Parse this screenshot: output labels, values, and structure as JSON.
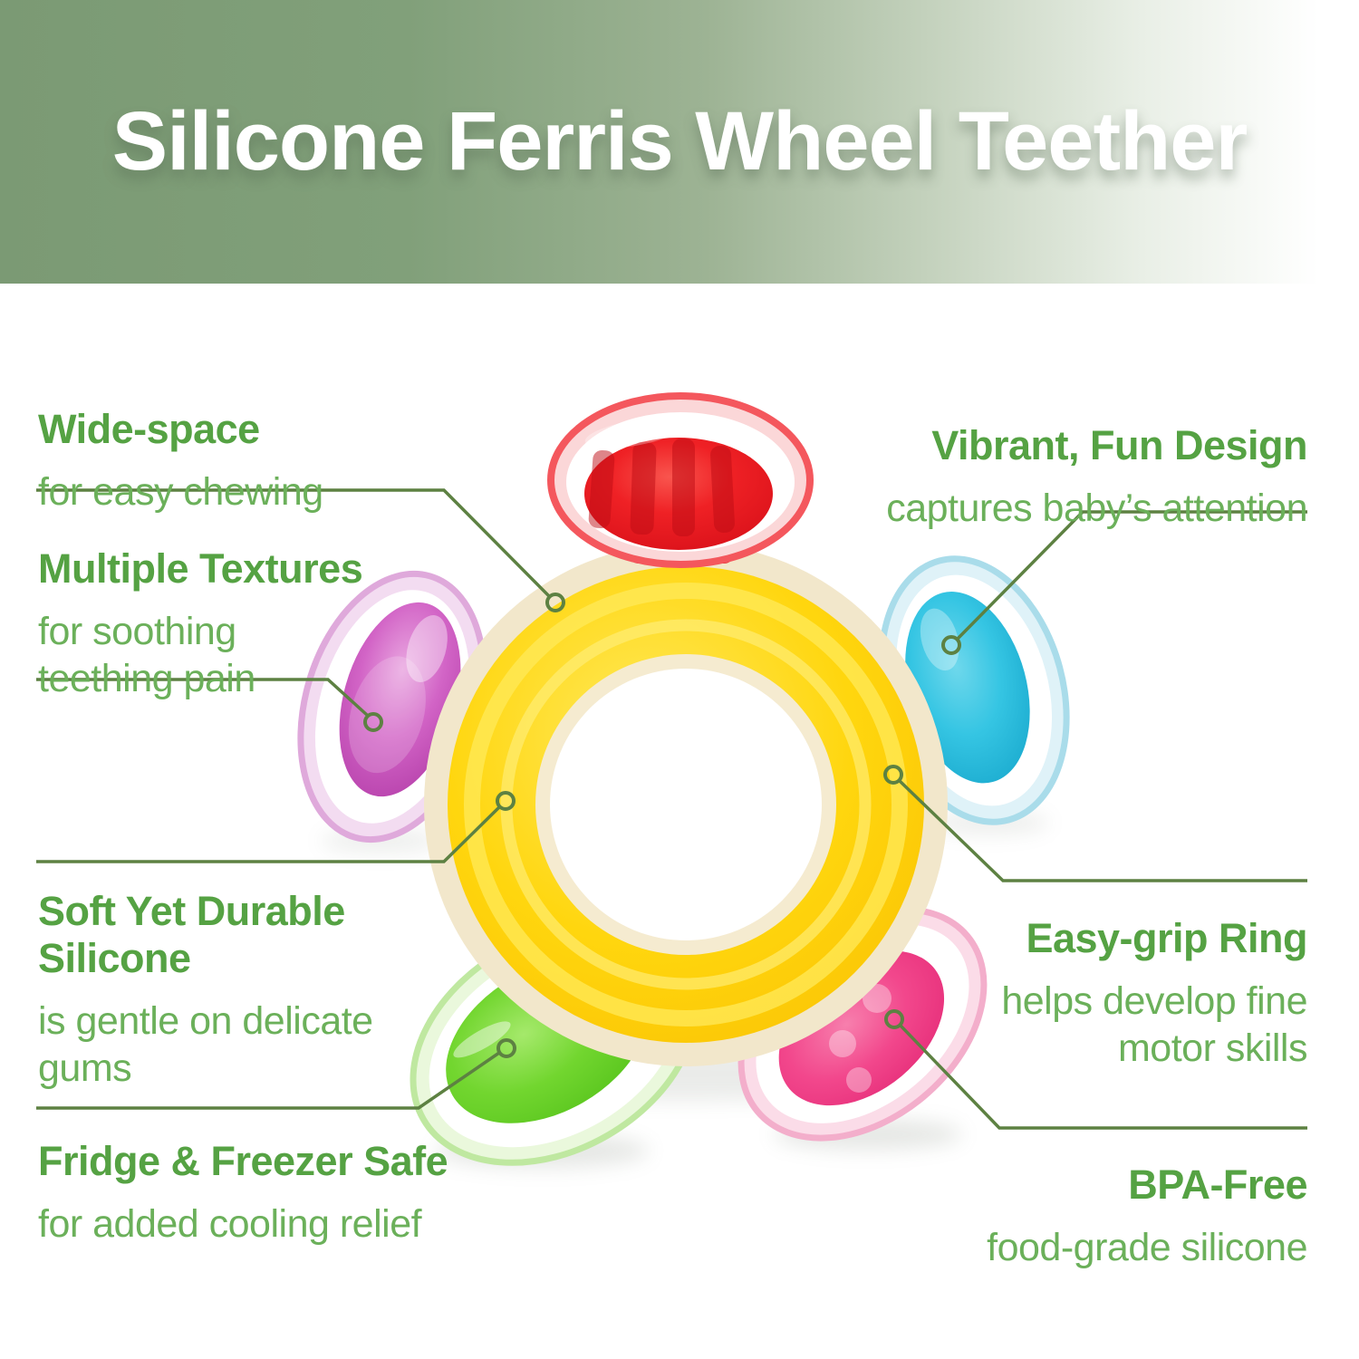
{
  "header": {
    "title": "Silicone Ferris Wheel Teether"
  },
  "callouts": [
    {
      "id": "wide-space",
      "side": "left",
      "title": "Wide-space",
      "desc": "for easy chewing"
    },
    {
      "id": "multiple-textures",
      "side": "left",
      "title": "Multiple Textures",
      "desc": "for soothing\nteething pain"
    },
    {
      "id": "soft-silicone",
      "side": "left",
      "title": "Soft Yet Durable\nSilicone",
      "desc": "is gentle on delicate\ngums"
    },
    {
      "id": "fridge-freezer",
      "side": "left",
      "title": "Fridge & Freezer Safe",
      "desc": "for added cooling relief"
    },
    {
      "id": "vibrant-design",
      "side": "right",
      "title": "Vibrant, Fun Design",
      "desc": "captures baby’s attention"
    },
    {
      "id": "easy-grip",
      "side": "right",
      "title": "Easy-grip Ring",
      "desc": "helps develop fine\nmotor skills"
    },
    {
      "id": "bpa-free",
      "side": "right",
      "title": "BPA-Free",
      "desc": "food-grade silicone"
    }
  ],
  "product": {
    "name": "Silicone Ferris Wheel Teether",
    "parts": [
      "yellow ring",
      "red textured bump",
      "purple bump",
      "blue bump",
      "green bump",
      "pink dotted bump"
    ]
  },
  "colors": {
    "banner_green": "#7b9a74",
    "title_text": "#ffffff",
    "label_title_green": "#55a243",
    "label_body_green": "#6bb05a",
    "callout_line_olive": "#5d8142",
    "ring_yellow": "#ffd60e",
    "bump_red": "#ee1c23",
    "bump_purple": "#c554be",
    "bump_blue": "#25c0e0",
    "bump_green": "#6cd42c",
    "bump_pink": "#f04a86"
  }
}
